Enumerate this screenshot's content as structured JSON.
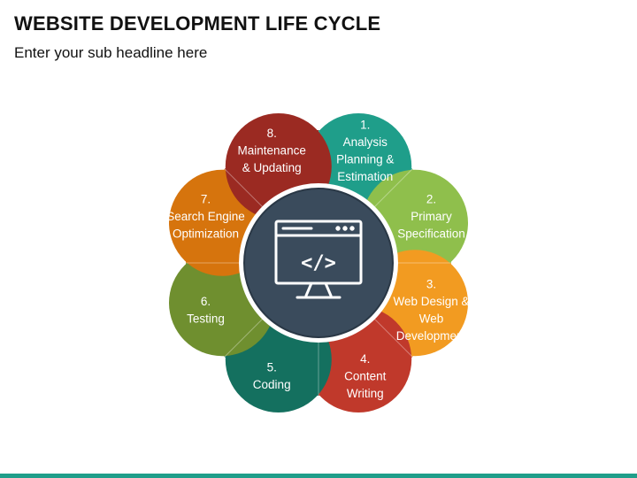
{
  "header": {
    "title": "WEBSITE DEVELOPMENT LIFE CYCLE",
    "subtitle": "Enter your sub headline here"
  },
  "center": {
    "icon": "web-code-monitor-icon",
    "code_text": "</>"
  },
  "segments": [
    {
      "number": "1.",
      "lines": [
        "Analysis",
        "Planning &",
        "Estimation"
      ],
      "color": "#1f9e8a"
    },
    {
      "number": "2.",
      "lines": [
        "Primary",
        "Specification"
      ],
      "color": "#8fbf4c"
    },
    {
      "number": "3.",
      "lines": [
        "Web Design &",
        "Web",
        "Development"
      ],
      "color": "#f29b21"
    },
    {
      "number": "4.",
      "lines": [
        "Content",
        "Writing"
      ],
      "color": "#c0392b"
    },
    {
      "number": "5.",
      "lines": [
        "Coding"
      ],
      "color": "#14705f"
    },
    {
      "number": "6.",
      "lines": [
        "Testing"
      ],
      "color": "#6f8f2f"
    },
    {
      "number": "7.",
      "lines": [
        "Search Engine",
        "Optimization"
      ],
      "color": "#d6740d"
    },
    {
      "number": "8.",
      "lines": [
        "Maintenance",
        "& Updating"
      ],
      "color": "#9b2a22"
    }
  ]
}
